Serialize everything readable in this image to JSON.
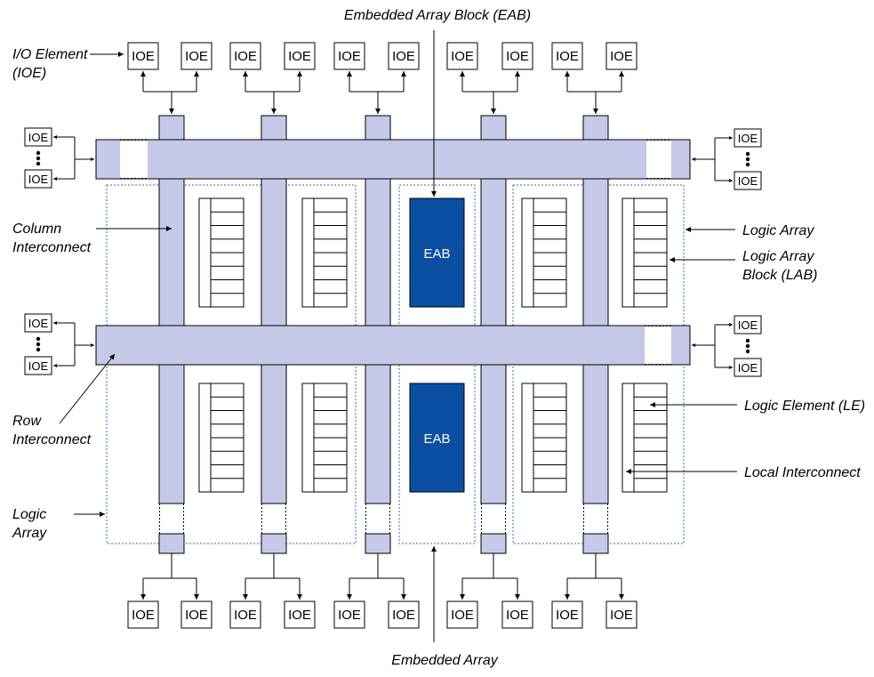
{
  "labels": {
    "eab_top": "Embedded Array Block (EAB)",
    "ioe_line1": "I/O Element",
    "ioe_line2": "(IOE)",
    "column_line1": "Column",
    "column_line2": "Interconnect",
    "row_line1": "Row",
    "row_line2": "Interconnect",
    "logic_array_left_line1": "Logic",
    "logic_array_left_line2": "Array",
    "logic_array_right": "Logic Array",
    "lab_line1": "Logic Array",
    "lab_line2": "Block (LAB)",
    "le": "Logic Element (LE)",
    "local_interconnect": "Local Interconnect",
    "embedded_array": "Embedded Array"
  },
  "ioe_text": "IOE",
  "eab_text": "EAB",
  "colors": {
    "interconnect": "#c5c8e6",
    "eab": "#0b4fa3",
    "dotted_outline": "#2f6fb6"
  }
}
